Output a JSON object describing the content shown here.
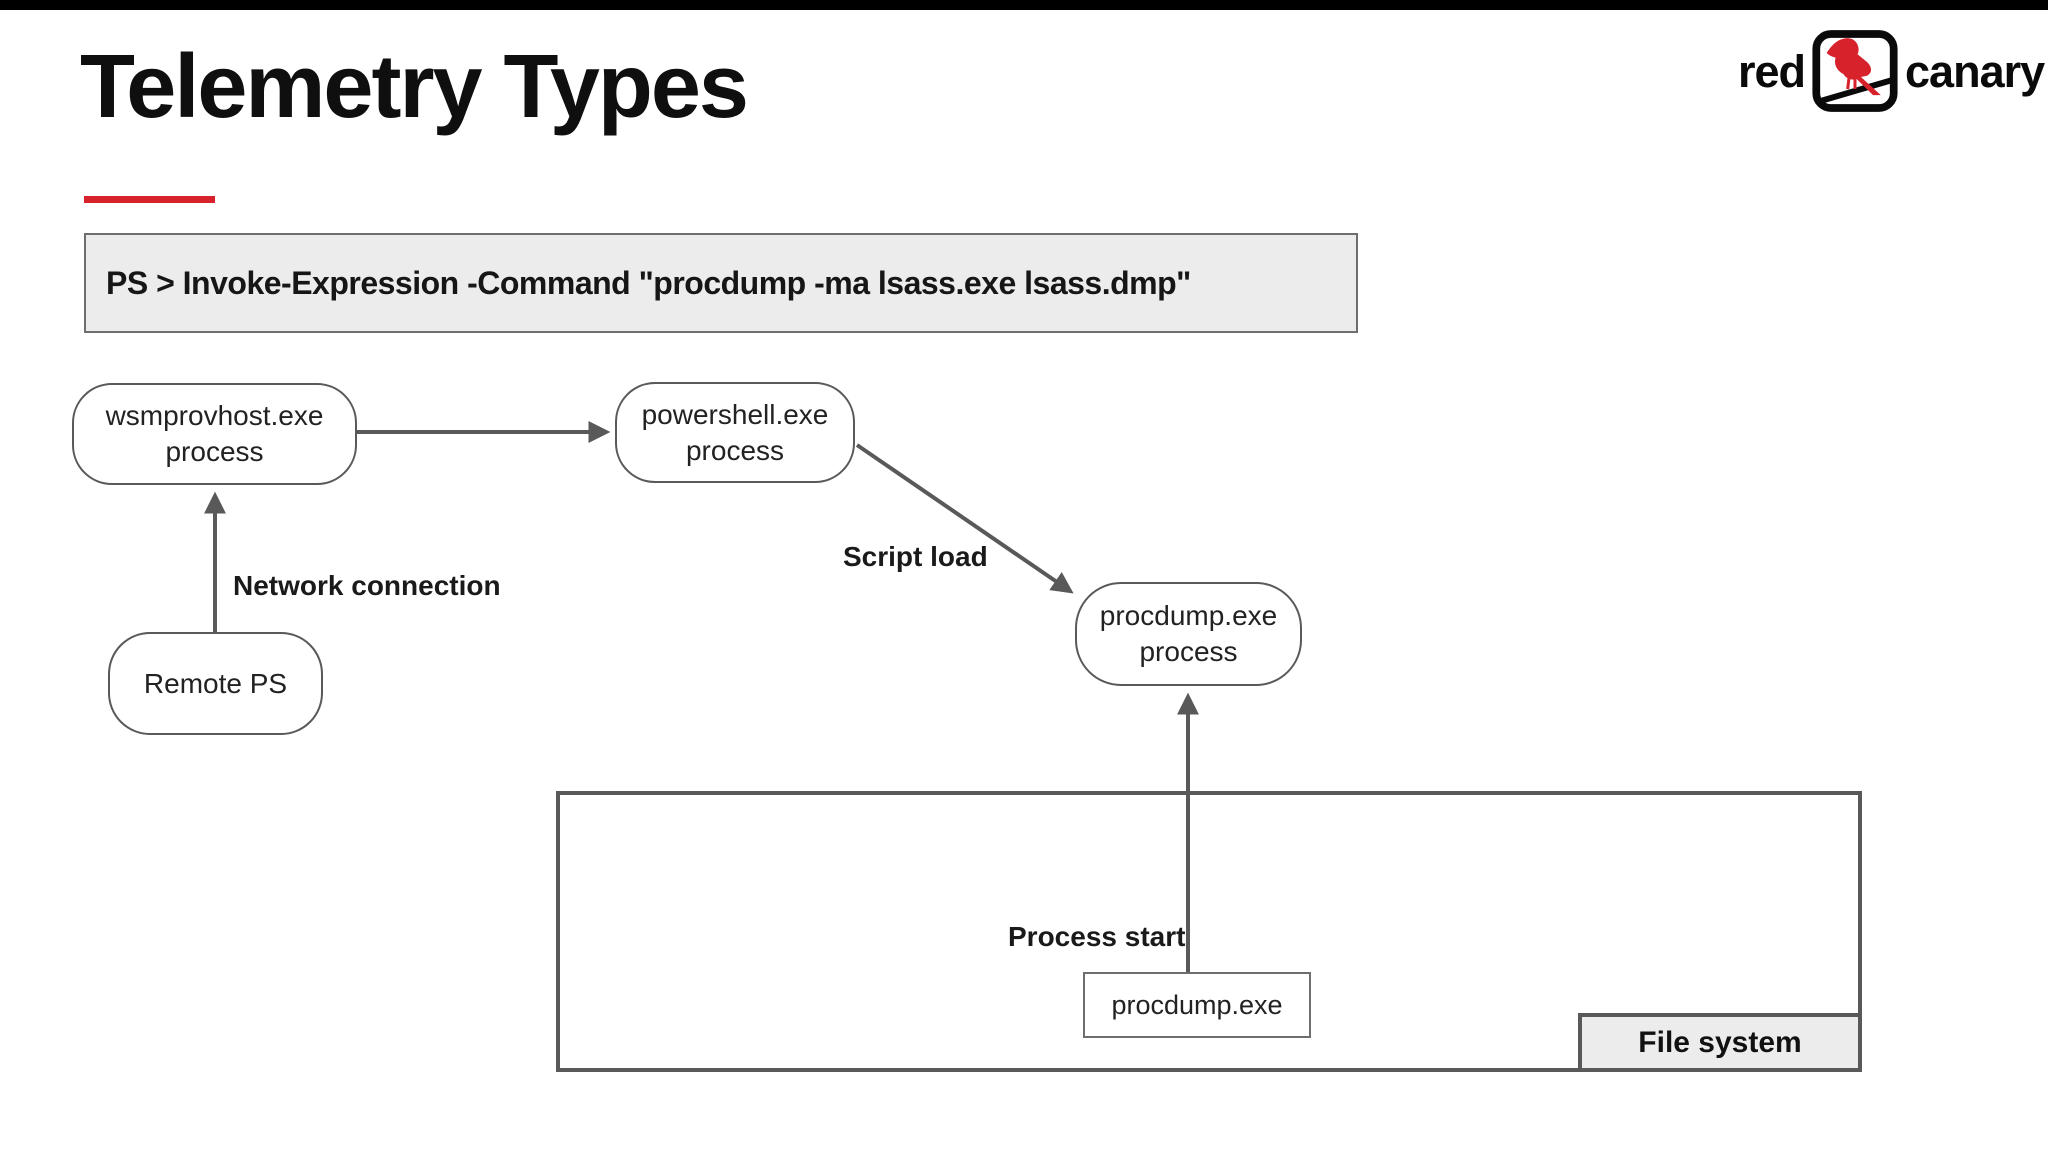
{
  "slide": {
    "title": "Telemetry Types",
    "command": "PS > Invoke-Expression -Command \"procdump -ma lsass.exe lsass.dmp\""
  },
  "logo": {
    "word_red": "red",
    "word_canary": "canary",
    "icon": "canary-bird-icon"
  },
  "diagram": {
    "nodes": {
      "wsmprovhost": {
        "line1": "wsmprovhost.exe",
        "line2": "process"
      },
      "powershell": {
        "line1": "powershell.exe",
        "line2": "process"
      },
      "procdump": {
        "line1": "procdump.exe",
        "line2": "process"
      },
      "remote_ps": {
        "label": "Remote PS"
      }
    },
    "edge_labels": {
      "network_connection": "Network connection",
      "script_load": "Script load",
      "process_start": "Process start"
    },
    "file_system": {
      "container_label": "File system",
      "file_artifact": "procdump.exe"
    }
  },
  "colors": {
    "accent_red": "#d7222b",
    "line_gray": "#595959",
    "panel_fill": "#ececec",
    "text": "#1a1a1a"
  }
}
